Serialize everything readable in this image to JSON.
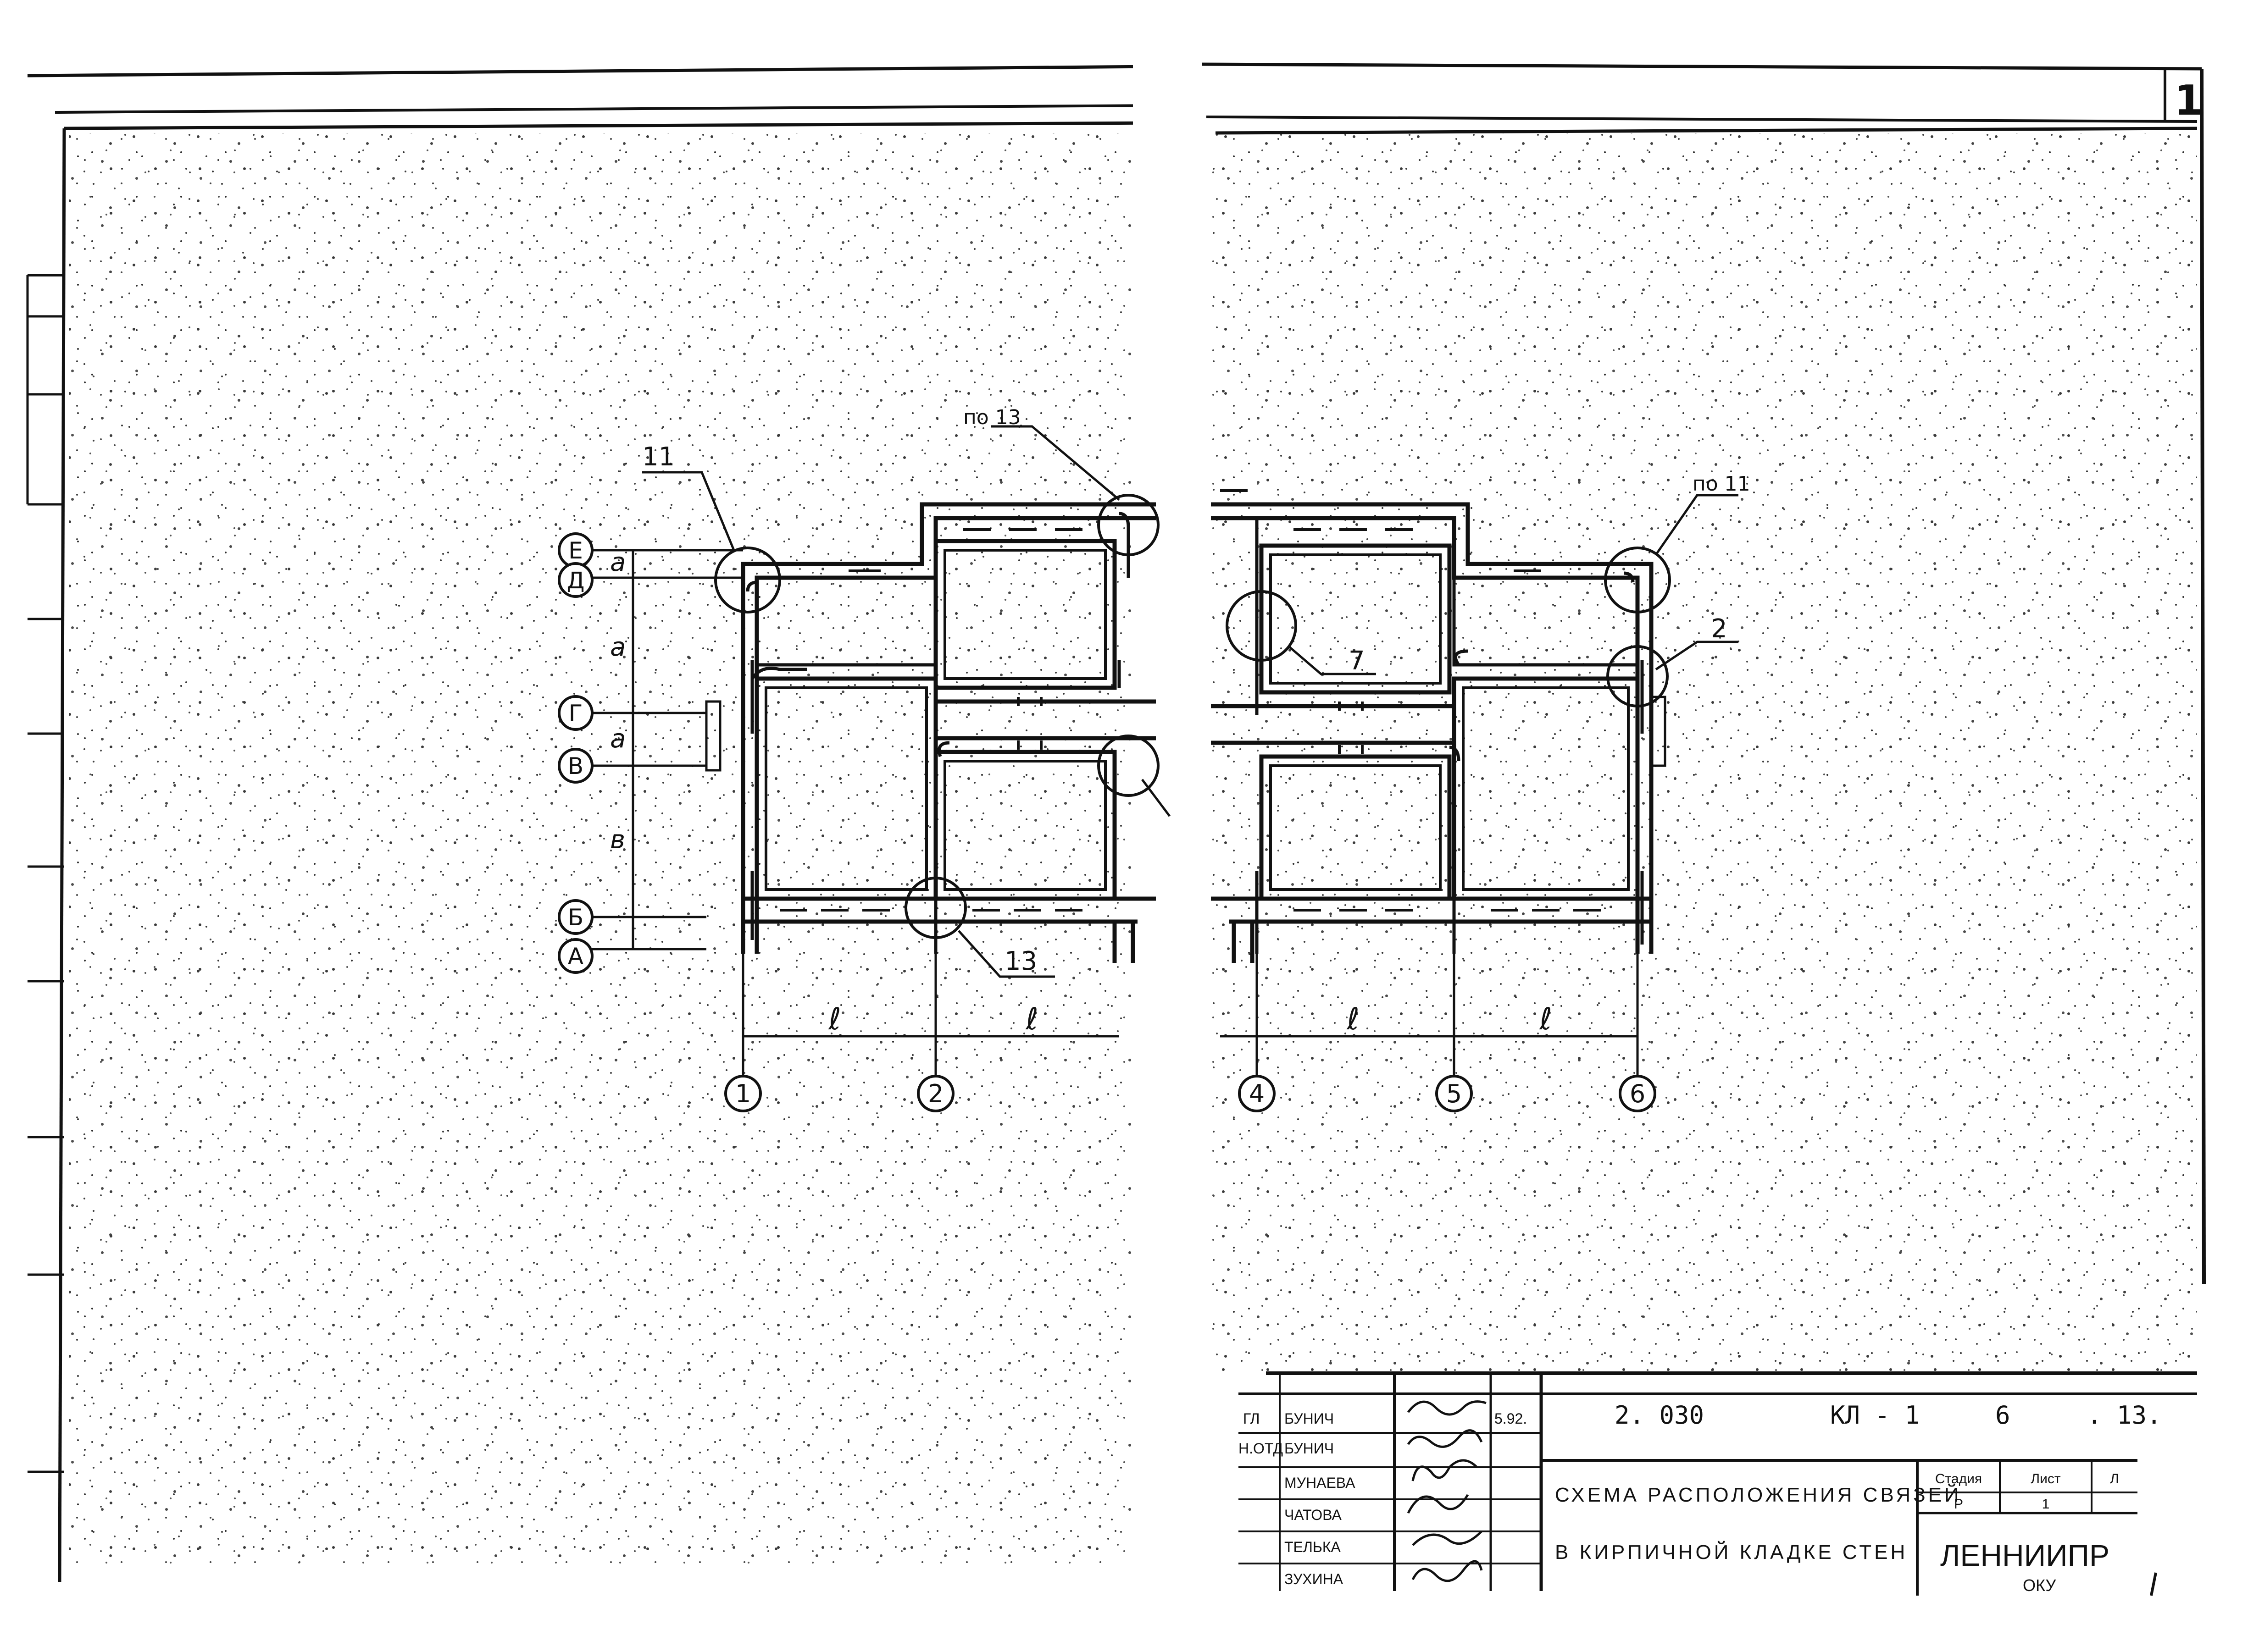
{
  "sheet_number": "1",
  "drawing": {
    "callouts": {
      "node_11": "11",
      "node_po13": "по 13",
      "node_7": "7",
      "node_13": "13",
      "node_po11": "по 11",
      "node_2": "2"
    },
    "row_axes": [
      "Е",
      "Д",
      "Г",
      "В",
      "Б",
      "А"
    ],
    "row_dims": [
      "а",
      "а",
      "а",
      "в"
    ],
    "column_axes": [
      "1",
      "2",
      "4",
      "5",
      "6"
    ],
    "span_labels": [
      "ℓ",
      "ℓ",
      "ℓ",
      "ℓ"
    ]
  },
  "title_block": {
    "code": {
      "part1": "2. 030",
      "part2": "КЛ - 1",
      "part3": "6",
      "part4": ". 13."
    },
    "people": [
      {
        "role": "ГЛ",
        "name": "БУНИЧ",
        "date": "5.92."
      },
      {
        "role": "Н.ОТД",
        "name": "БУНИЧ",
        "date": ""
      },
      {
        "role": "",
        "name": "МУНАЕВА",
        "date": ""
      },
      {
        "role": "",
        "name": "ЧАТОВА",
        "date": ""
      },
      {
        "role": "",
        "name": "ТЕЛЬКА",
        "date": ""
      },
      {
        "role": "",
        "name": "ЗУХИНА",
        "date": ""
      }
    ],
    "title_line1": "СХЕМА РАСПОЛОЖЕНИЯ СВЯЗЕЙ",
    "title_line2": "В КИРПИЧНОЙ КЛАДКЕ СТЕН",
    "stage_header": "Стадия",
    "sheet_header": "Лист",
    "sheets_header": "Л",
    "stage_value": "Р",
    "sheet_value": "1",
    "org_name": "ЛЕННИИПР",
    "org_sub": "ОКУ"
  }
}
